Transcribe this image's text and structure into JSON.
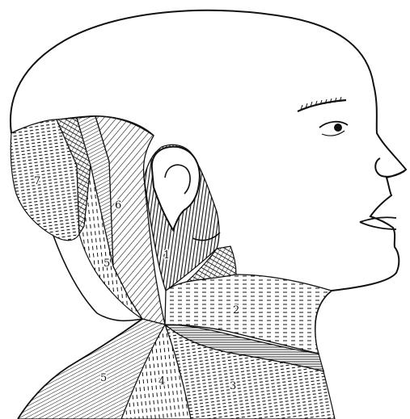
{
  "labels": {
    "l1": "1",
    "l2": "2",
    "l3": "3",
    "l4": "4",
    "l5a": "5",
    "l5b": "5",
    "l6": "6",
    "l7": "7"
  },
  "colors": {
    "ink": "#111111",
    "paper": "#ffffff"
  }
}
